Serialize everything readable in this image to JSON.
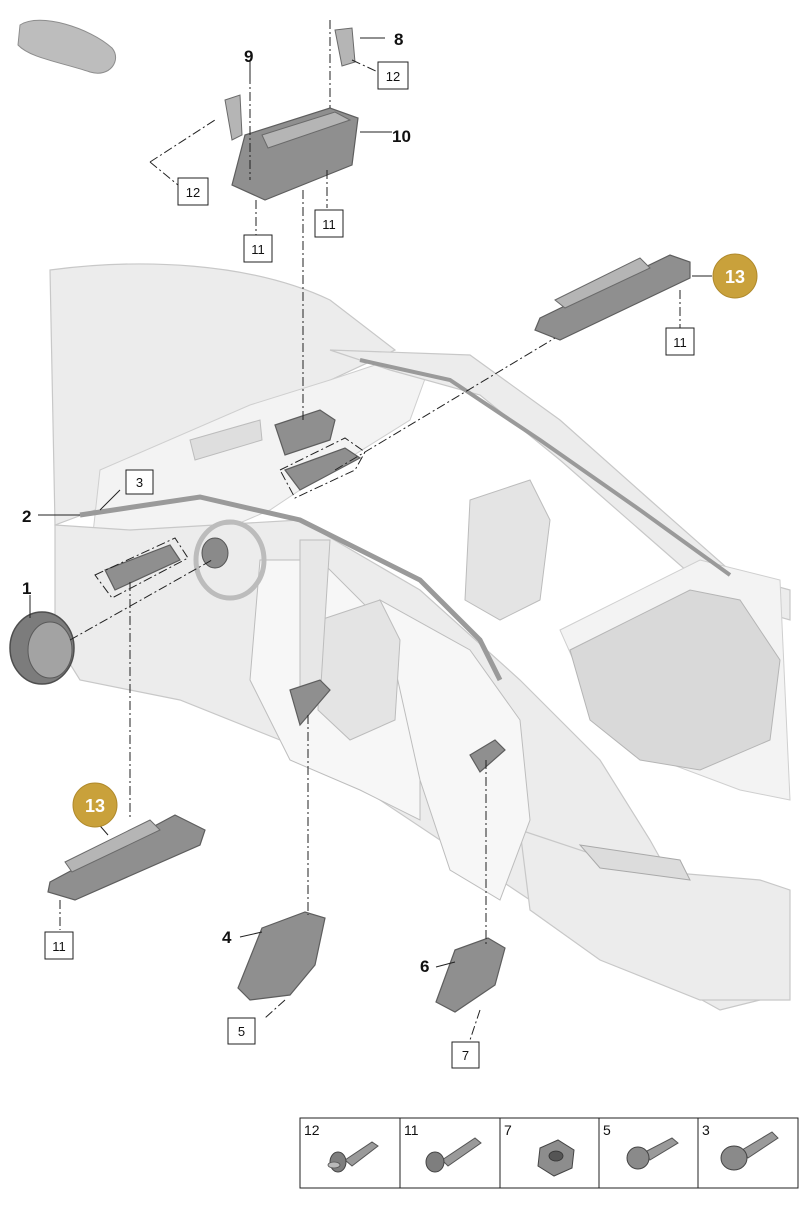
{
  "callouts": {
    "c1": "1",
    "c2": "2",
    "c3": "3",
    "c4": "4",
    "c5": "5",
    "c6": "6",
    "c7": "7",
    "c8": "8",
    "c9": "9",
    "c10": "10",
    "c11a": "11",
    "c11b": "11",
    "c11c": "11",
    "c11d": "11",
    "c12a": "12",
    "c12b": "12",
    "c13a": "13",
    "c13b": "13"
  },
  "legend": {
    "items": [
      "12",
      "11",
      "7",
      "5",
      "3"
    ]
  },
  "colors": {
    "badge": "#c9a13b",
    "part": "#8f8f8f",
    "car": "#ececec"
  }
}
